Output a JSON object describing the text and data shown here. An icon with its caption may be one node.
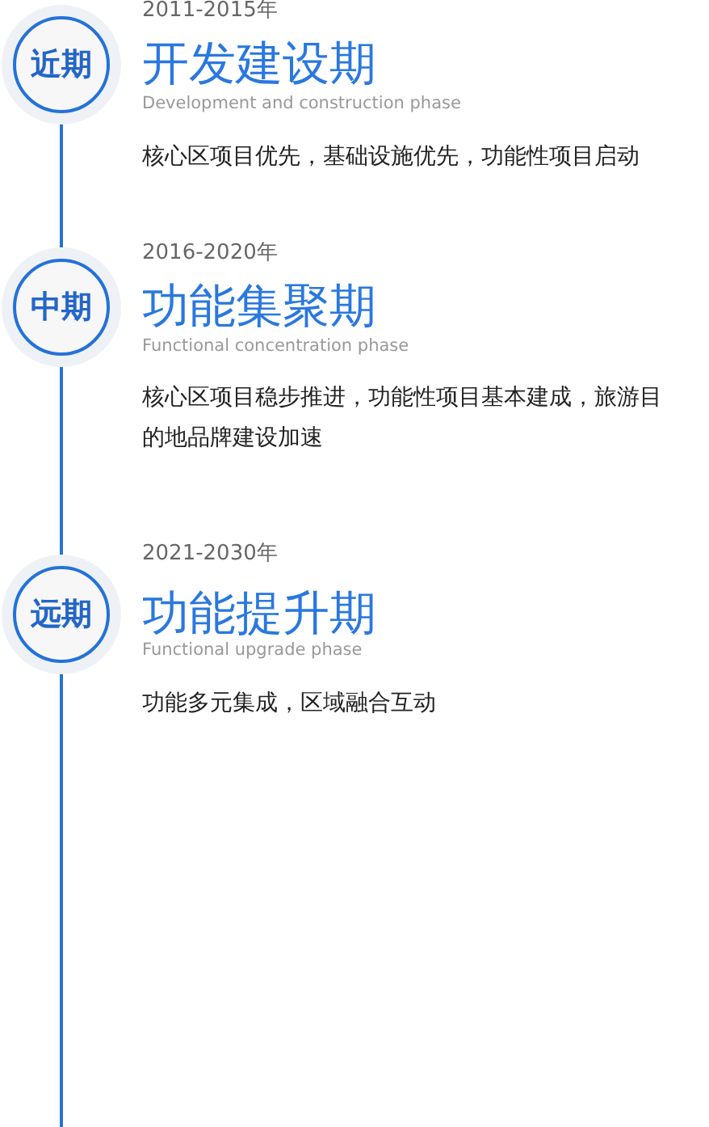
{
  "diagram": {
    "nodes": [
      {
        "text": [
          "近期"
        ],
        "beside": [
          "2011-2015年",
          "开发建设期",
          "Development and construction phase",
          "核心区项目优先，基础设施优先，功能性项目启动"
        ]
      },
      {
        "text": [
          "中期"
        ],
        "beside": [
          "2016-2020年",
          "功能集聚期",
          "Functional concentration phase",
          "核心区项目稳步推进，功能性项目基本建成，旅游目的地品牌建设加速"
        ]
      },
      {
        "text": [
          "远期"
        ],
        "beside": [
          "2021-2030年",
          "功能提升期",
          "Functional upgrade phase",
          "功能多元集成，区域融合互动"
        ]
      }
    ],
    "edges": [
      {
        "from": 0,
        "to": 1,
        "arrow": "none"
      },
      {
        "from": 1,
        "to": 2,
        "arrow": "none"
      },
      {
        "from": 2,
        "to": null,
        "arrow": "none"
      }
    ]
  }
}
